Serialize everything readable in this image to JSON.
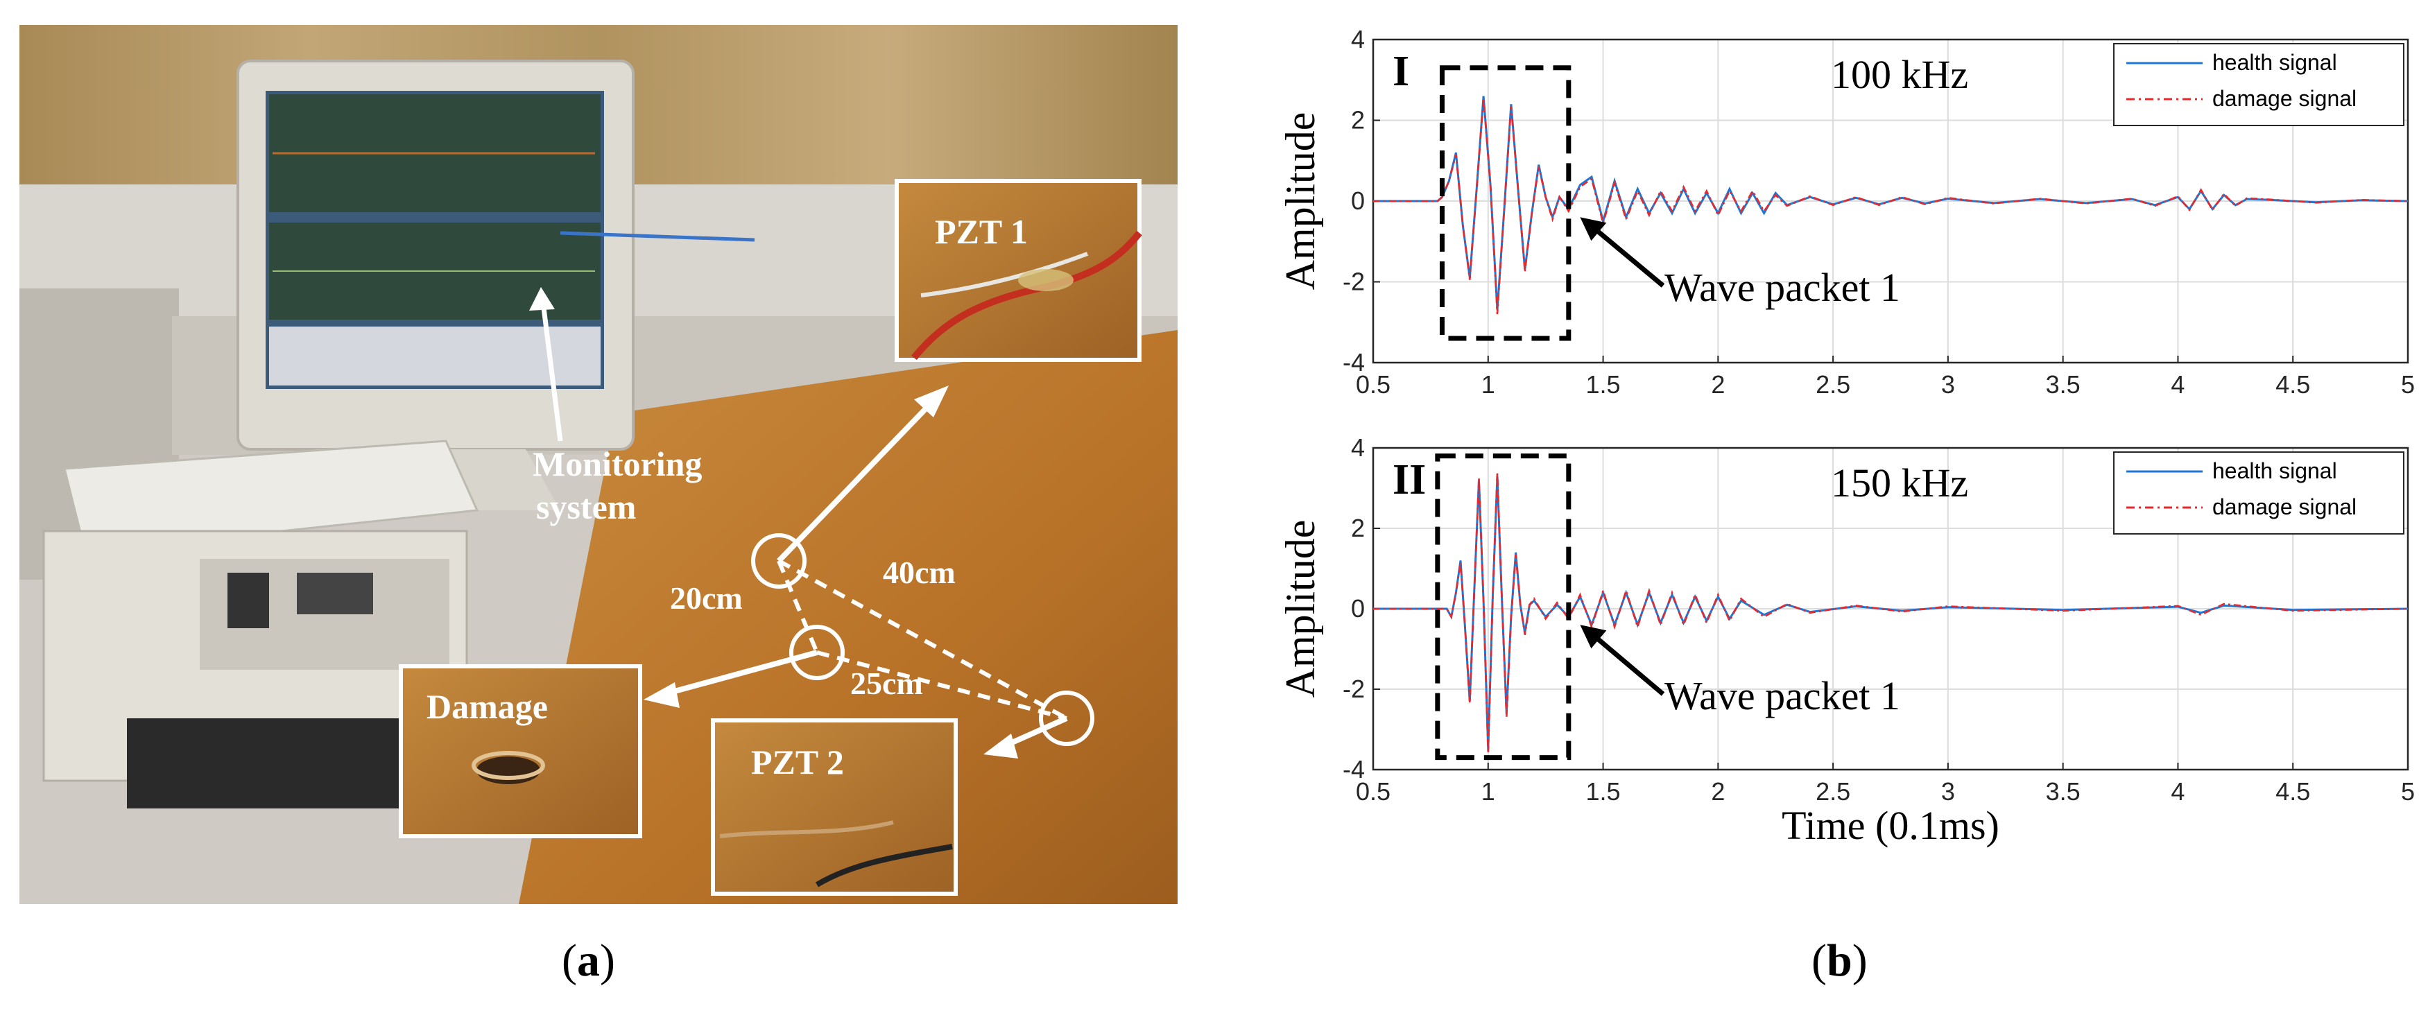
{
  "photo": {
    "labels": {
      "pzt1": "PZT 1",
      "pzt2": "PZT 2",
      "damage": "Damage",
      "monitoring_line1": "Monitoring",
      "monitoring_line2": "system",
      "dist_20": "20cm",
      "dist_40": "40cm",
      "dist_25": "25cm"
    }
  },
  "captions": {
    "a": "a",
    "b": "b"
  },
  "colors": {
    "health": "#1f77d4",
    "damage": "#e8282b"
  },
  "chart_data": [
    {
      "type": "line",
      "panel_label": "I",
      "frequency_label": "100 kHz",
      "xlabel": "",
      "ylabel": "Amplitude",
      "xlim": [
        0.5,
        5
      ],
      "ylim": [
        -4,
        4
      ],
      "xticks": [
        "0.5",
        "1",
        "1.5",
        "2",
        "2.5",
        "3",
        "3.5",
        "4",
        "4.5",
        "5"
      ],
      "yticks": [
        "4",
        "2",
        "0",
        "-2",
        "-4"
      ],
      "legend": {
        "position": "top-right",
        "entries": [
          "health signal",
          "damage signal"
        ]
      },
      "annotation": "Wave packet 1",
      "highlight_box": {
        "x": [
          0.8,
          1.35
        ],
        "y": [
          -3.4,
          3.3
        ]
      },
      "series": [
        {
          "name": "health signal",
          "x": [
            0.5,
            0.78,
            0.8,
            0.83,
            0.86,
            0.89,
            0.92,
            0.95,
            0.98,
            1.01,
            1.04,
            1.07,
            1.1,
            1.13,
            1.16,
            1.19,
            1.22,
            1.25,
            1.28,
            1.31,
            1.35,
            1.4,
            1.45,
            1.5,
            1.55,
            1.6,
            1.65,
            1.7,
            1.75,
            1.8,
            1.85,
            1.9,
            1.95,
            2.0,
            2.05,
            2.1,
            2.15,
            2.2,
            2.25,
            2.3,
            2.4,
            2.5,
            2.6,
            2.7,
            2.8,
            2.9,
            3.0,
            3.2,
            3.4,
            3.6,
            3.8,
            3.9,
            4.0,
            4.05,
            4.1,
            4.15,
            4.2,
            4.25,
            4.3,
            4.4,
            4.6,
            4.8,
            5.0
          ],
          "y": [
            0,
            0,
            0.1,
            0.5,
            1.2,
            -0.6,
            -1.9,
            0.3,
            2.6,
            0.4,
            -2.7,
            -0.2,
            2.4,
            0.3,
            -1.7,
            -0.3,
            0.9,
            0.1,
            -0.4,
            0.1,
            -0.2,
            0.4,
            0.6,
            -0.5,
            0.5,
            -0.4,
            0.3,
            -0.3,
            0.2,
            -0.3,
            0.3,
            -0.3,
            0.2,
            -0.3,
            0.3,
            -0.3,
            0.2,
            -0.3,
            0.2,
            -0.1,
            0.1,
            -0.08,
            0.08,
            -0.08,
            0.08,
            -0.06,
            0.06,
            -0.05,
            0.05,
            -0.05,
            0.05,
            -0.1,
            0.1,
            -0.2,
            0.25,
            -0.2,
            0.15,
            -0.1,
            0.05,
            0.03,
            -0.03,
            0.02,
            0
          ]
        },
        {
          "name": "damage signal",
          "x": [
            0.5,
            0.78,
            0.8,
            0.83,
            0.86,
            0.89,
            0.92,
            0.95,
            0.98,
            1.01,
            1.04,
            1.07,
            1.1,
            1.13,
            1.16,
            1.19,
            1.22,
            1.25,
            1.28,
            1.31,
            1.35,
            1.4,
            1.45,
            1.5,
            1.55,
            1.6,
            1.65,
            1.7,
            1.75,
            1.8,
            1.85,
            1.9,
            1.95,
            2.0,
            2.05,
            2.1,
            2.15,
            2.2,
            2.25,
            2.3,
            2.4,
            2.5,
            2.6,
            2.7,
            2.8,
            2.9,
            3.0,
            3.2,
            3.4,
            3.6,
            3.8,
            3.9,
            4.0,
            4.05,
            4.1,
            4.15,
            4.2,
            4.25,
            4.3,
            4.4,
            4.6,
            4.8,
            5.0
          ],
          "y": [
            0,
            0,
            0.1,
            0.5,
            1.15,
            -0.6,
            -1.95,
            0.3,
            2.55,
            0.4,
            -2.8,
            -0.2,
            2.35,
            0.3,
            -1.75,
            -0.3,
            0.85,
            0.1,
            -0.45,
            0.1,
            -0.25,
            0.35,
            0.55,
            -0.55,
            0.45,
            -0.45,
            0.25,
            -0.35,
            0.25,
            -0.25,
            0.35,
            -0.25,
            0.25,
            -0.35,
            0.25,
            -0.25,
            0.25,
            -0.25,
            0.15,
            -0.12,
            0.12,
            -0.1,
            0.1,
            -0.1,
            0.1,
            -0.08,
            0.08,
            -0.06,
            0.06,
            -0.06,
            0.06,
            -0.12,
            0.12,
            -0.22,
            0.28,
            -0.22,
            0.18,
            -0.12,
            0.07,
            0.04,
            -0.04,
            0.03,
            0
          ]
        }
      ]
    },
    {
      "type": "line",
      "panel_label": "II",
      "frequency_label": "150 kHz",
      "xlabel": "Time (0.1ms)",
      "ylabel": "Amplitude",
      "xlim": [
        0.5,
        5
      ],
      "ylim": [
        -4,
        4
      ],
      "xticks": [
        "0.5",
        "1",
        "1.5",
        "2",
        "2.5",
        "3",
        "3.5",
        "4",
        "4.5",
        "5"
      ],
      "yticks": [
        "4",
        "2",
        "0",
        "-2",
        "-4"
      ],
      "legend": {
        "position": "top-right",
        "entries": [
          "health signal",
          "damage signal"
        ]
      },
      "annotation": "Wave packet 1",
      "highlight_box": {
        "x": [
          0.78,
          1.35
        ],
        "y": [
          -3.7,
          3.8
        ]
      },
      "series": [
        {
          "name": "health signal",
          "x": [
            0.5,
            0.82,
            0.84,
            0.86,
            0.88,
            0.9,
            0.92,
            0.94,
            0.96,
            0.98,
            1.0,
            1.02,
            1.04,
            1.06,
            1.08,
            1.1,
            1.12,
            1.14,
            1.16,
            1.18,
            1.2,
            1.25,
            1.3,
            1.35,
            1.4,
            1.45,
            1.5,
            1.55,
            1.6,
            1.65,
            1.7,
            1.75,
            1.8,
            1.85,
            1.9,
            1.95,
            2.0,
            2.05,
            2.1,
            2.2,
            2.3,
            2.4,
            2.6,
            2.8,
            3.0,
            3.5,
            4.0,
            4.1,
            4.2,
            4.5,
            5.0
          ],
          "y": [
            0,
            0,
            -0.2,
            0.4,
            1.2,
            -0.5,
            -2.3,
            0.5,
            3.2,
            0.2,
            -3.5,
            0.3,
            3.3,
            0.2,
            -2.6,
            -0.2,
            1.4,
            0.1,
            -0.6,
            0.1,
            0.2,
            -0.2,
            0.1,
            -0.2,
            0.3,
            -0.4,
            0.4,
            -0.4,
            0.4,
            -0.4,
            0.4,
            -0.35,
            0.35,
            -0.35,
            0.3,
            -0.3,
            0.3,
            -0.25,
            0.2,
            -0.15,
            0.1,
            -0.08,
            0.06,
            -0.05,
            0.04,
            -0.03,
            0.05,
            -0.1,
            0.08,
            -0.03,
            0
          ]
        },
        {
          "name": "damage signal",
          "x": [
            0.5,
            0.82,
            0.84,
            0.86,
            0.88,
            0.9,
            0.92,
            0.94,
            0.96,
            0.98,
            1.0,
            1.02,
            1.04,
            1.06,
            1.08,
            1.1,
            1.12,
            1.14,
            1.16,
            1.18,
            1.2,
            1.25,
            1.3,
            1.35,
            1.4,
            1.45,
            1.5,
            1.55,
            1.6,
            1.65,
            1.7,
            1.75,
            1.8,
            1.85,
            1.9,
            1.95,
            2.0,
            2.05,
            2.1,
            2.2,
            2.3,
            2.4,
            2.6,
            2.8,
            3.0,
            3.5,
            4.0,
            4.1,
            4.2,
            4.5,
            5.0
          ],
          "y": [
            0,
            0,
            -0.2,
            0.4,
            1.15,
            -0.5,
            -2.35,
            0.5,
            3.25,
            0.2,
            -3.6,
            0.3,
            3.4,
            0.2,
            -2.7,
            -0.2,
            1.35,
            0.1,
            -0.65,
            0.1,
            0.25,
            -0.25,
            0.15,
            -0.25,
            0.35,
            -0.45,
            0.45,
            -0.45,
            0.45,
            -0.45,
            0.45,
            -0.4,
            0.4,
            -0.4,
            0.35,
            -0.35,
            0.35,
            -0.3,
            0.25,
            -0.2,
            0.12,
            -0.1,
            0.08,
            -0.07,
            0.06,
            -0.05,
            0.07,
            -0.15,
            0.12,
            -0.05,
            0
          ]
        }
      ]
    }
  ]
}
